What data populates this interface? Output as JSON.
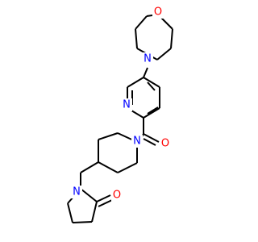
{
  "molecule": {
    "atom_labels": [
      {
        "id": "o-morph",
        "text": "O",
        "color": "#ff0000"
      },
      {
        "id": "n-morph",
        "text": "N",
        "color": "#0000ff"
      },
      {
        "id": "n-pyr",
        "text": "N",
        "color": "#0000ff"
      },
      {
        "id": "o-carb",
        "text": "O",
        "color": "#ff0000"
      },
      {
        "id": "n-pip",
        "text": "N",
        "color": "#0000ff"
      },
      {
        "id": "n-pyrr",
        "text": "N",
        "color": "#0000ff"
      },
      {
        "id": "o-lact",
        "text": "O",
        "color": "#ff0000"
      }
    ]
  }
}
